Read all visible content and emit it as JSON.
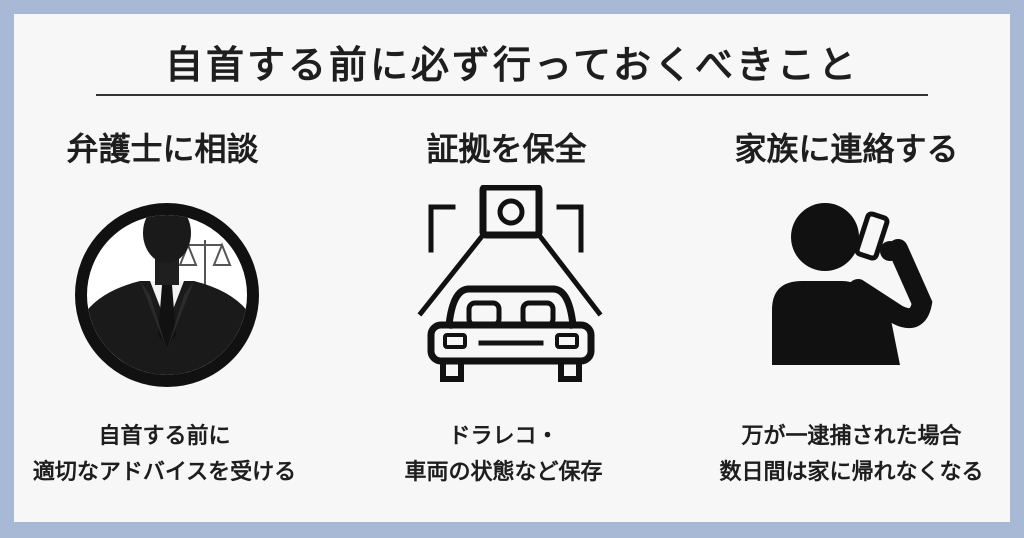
{
  "title": "自首する前に必ず行っておくべきこと",
  "columns": [
    {
      "heading": "弁護士に相談",
      "icon": "lawyer-icon",
      "lines": [
        "自首する前に",
        "適切なアドバイスを受ける"
      ]
    },
    {
      "heading": "証拠を保全",
      "icon": "car-camera-icon",
      "lines": [
        "ドラレコ・",
        "車両の状態など保存"
      ]
    },
    {
      "heading": "家族に連絡する",
      "icon": "phone-call-icon",
      "lines": [
        "万が一逮捕された場合",
        "数日間は家に帰れなくなる"
      ]
    }
  ],
  "colors": {
    "background": "#a8b9d6",
    "card": "#f7f7f7",
    "ink": "#1e1e1e"
  }
}
